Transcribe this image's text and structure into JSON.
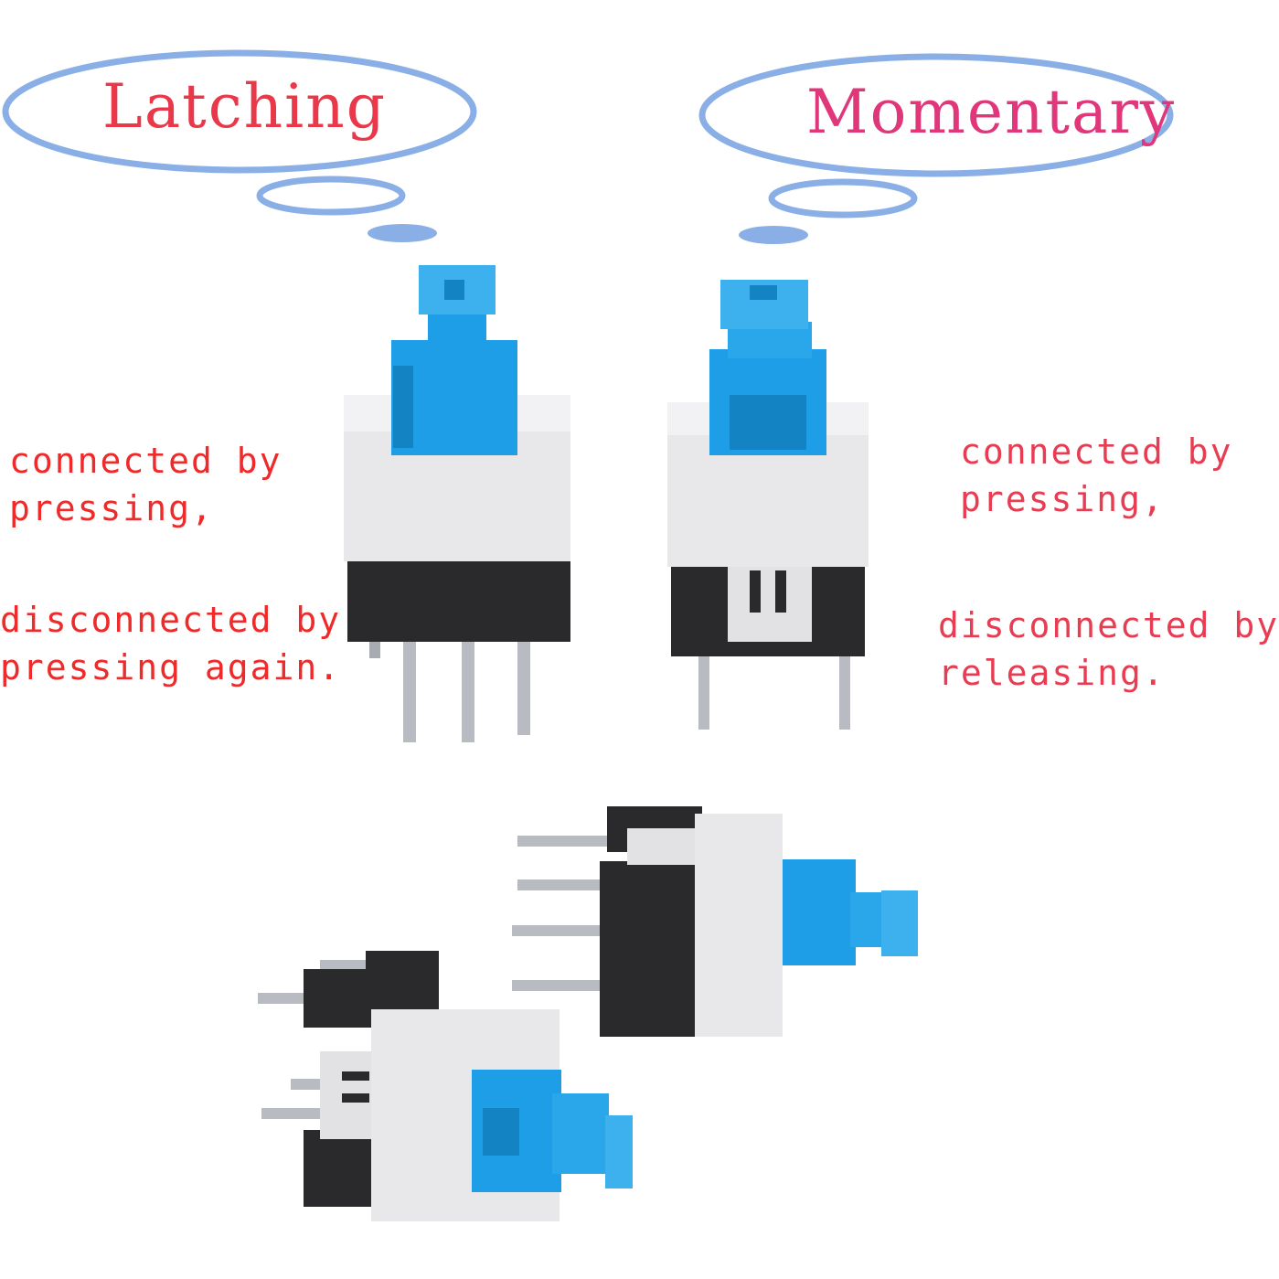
{
  "colors": {
    "bubble_outline": "#8aaee6",
    "bubble_dot": "#8aaee6",
    "latching_label": "#e8384a",
    "momentary_label": "#e0367a",
    "latching_text": "#ee2a2a",
    "momentary_text": "#e83c52",
    "switch_blue": "#1e9ee6",
    "switch_white": "#e8e8ea",
    "switch_black": "#2a2a2c",
    "pin_metal": "#b8bcc2"
  },
  "latching": {
    "label": "Latching",
    "line1": "connected by",
    "line2": "pressing,",
    "line3": "disconnected by",
    "line4": "pressing again."
  },
  "momentary": {
    "label": "Momentary",
    "line1": "connected by",
    "line2": "pressing,",
    "line3": "disconnected by",
    "line4": "releasing."
  },
  "icons": [
    "thought-bubble-icon",
    "push-button-switch-icon"
  ]
}
